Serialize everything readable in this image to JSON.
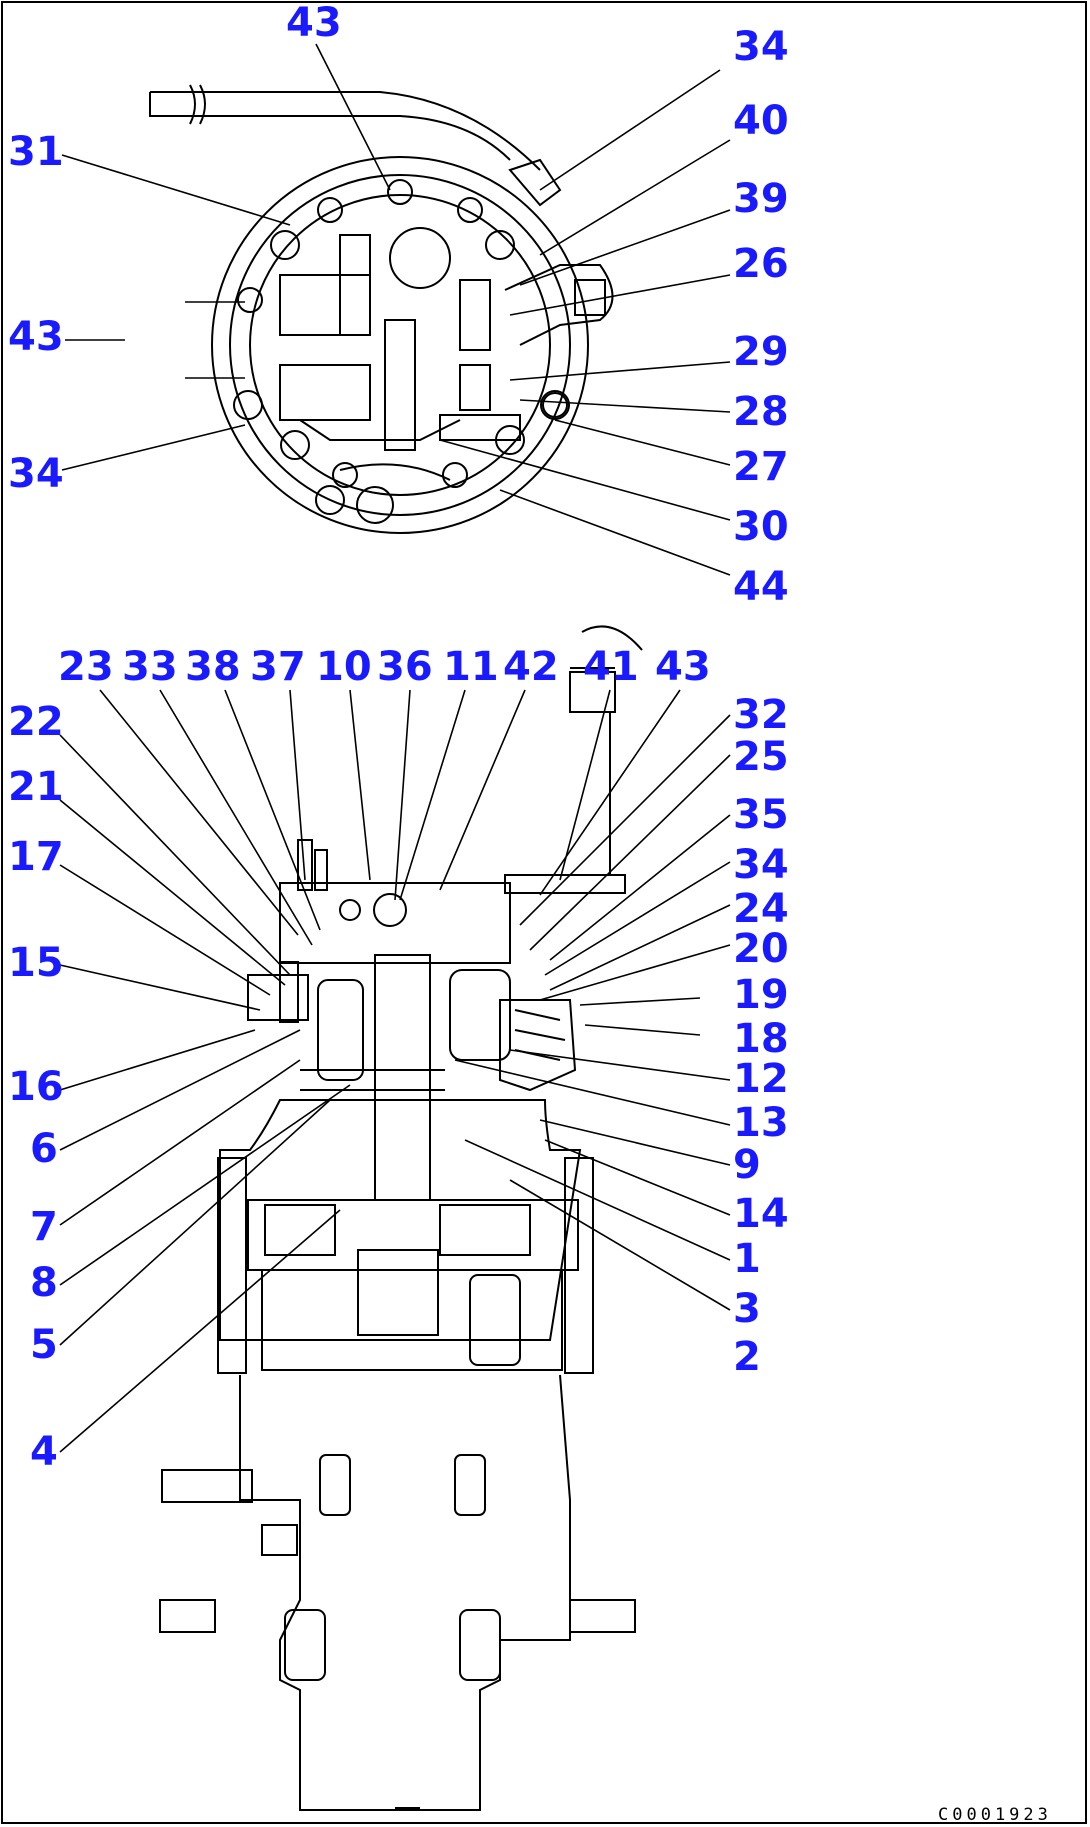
{
  "figure_code": "C0001923",
  "labels_top": [
    "43",
    "34",
    "31",
    "40",
    "39",
    "26",
    "43",
    "29",
    "28",
    "34",
    "27",
    "30",
    "44"
  ],
  "labels_bottom": [
    "23",
    "33",
    "38",
    "37",
    "10",
    "36",
    "11",
    "42",
    "41",
    "43",
    "32",
    "22",
    "25",
    "21",
    "35",
    "17",
    "34",
    "24",
    "15",
    "20",
    "19",
    "18",
    "16",
    "12",
    "13",
    "6",
    "9",
    "14",
    "7",
    "1",
    "8",
    "3",
    "5",
    "2",
    "4"
  ]
}
